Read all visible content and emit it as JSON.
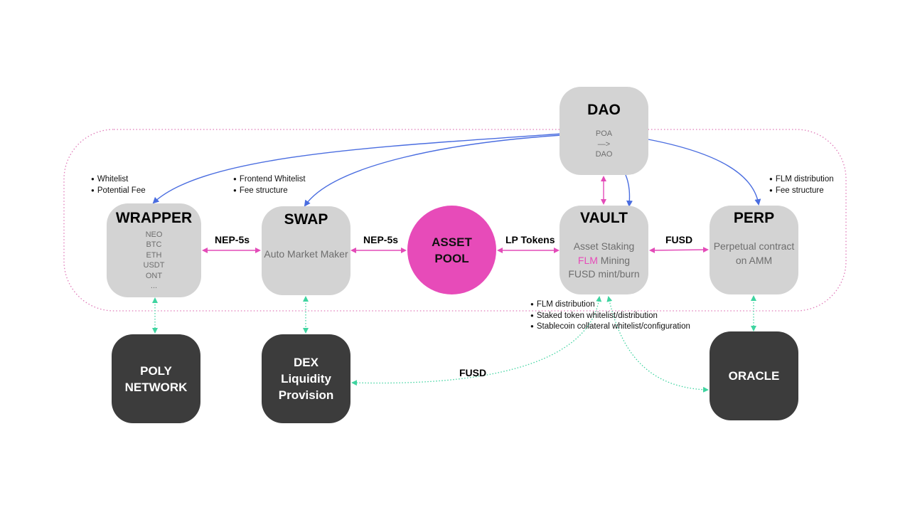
{
  "colors": {
    "light_node": "#d3d3d3",
    "dark_node": "#3c3c3c",
    "asset_pool": "#e74bb9",
    "pink_arrow": "#e34bb8",
    "blue_arrow": "#4a6de0",
    "green_dotted": "#3fd4a0",
    "boundary_dotted": "#e07ab8"
  },
  "nodes": {
    "dao": {
      "title": "DAO",
      "lines": [
        "POA",
        "—>",
        "DAO"
      ]
    },
    "wrapper": {
      "title": "WRAPPER",
      "lines": [
        "NEO",
        "BTC",
        "ETH",
        "USDT",
        "ONT",
        "..."
      ]
    },
    "swap": {
      "title": "SWAP",
      "subtitle": "Auto Market Maker"
    },
    "asset_pool": {
      "line1": "ASSET",
      "line2": "POOL"
    },
    "vault": {
      "title": "VAULT",
      "line1": "Asset Staking",
      "line2_highlight": "FLM",
      "line2_rest": " Mining",
      "line3": "FUSD mint/burn"
    },
    "perp": {
      "title": "PERP",
      "line1": "Perpetual contract",
      "line2": "on AMM"
    },
    "poly": {
      "line1": "POLY",
      "line2": "NETWORK"
    },
    "dex": {
      "line1": "DEX",
      "line2": "Liquidity",
      "line3": "Provision"
    },
    "oracle": {
      "line1": "ORACLE"
    }
  },
  "edge_labels": {
    "wrapper_swap": "NEP-5s",
    "swap_pool": "NEP-5s",
    "pool_vault": "LP Tokens",
    "vault_perp": "FUSD",
    "vault_dex": "FUSD"
  },
  "annotations": {
    "wrapper": [
      "Whitelist",
      "Potential Fee"
    ],
    "swap": [
      "Frontend Whitelist",
      "Fee structure"
    ],
    "perp": [
      "FLM distribution",
      "Fee structure"
    ],
    "vault": [
      "FLM distribution",
      "Staked token whitelist/distribution",
      "Stablecoin collateral whitelist/configuration"
    ]
  }
}
